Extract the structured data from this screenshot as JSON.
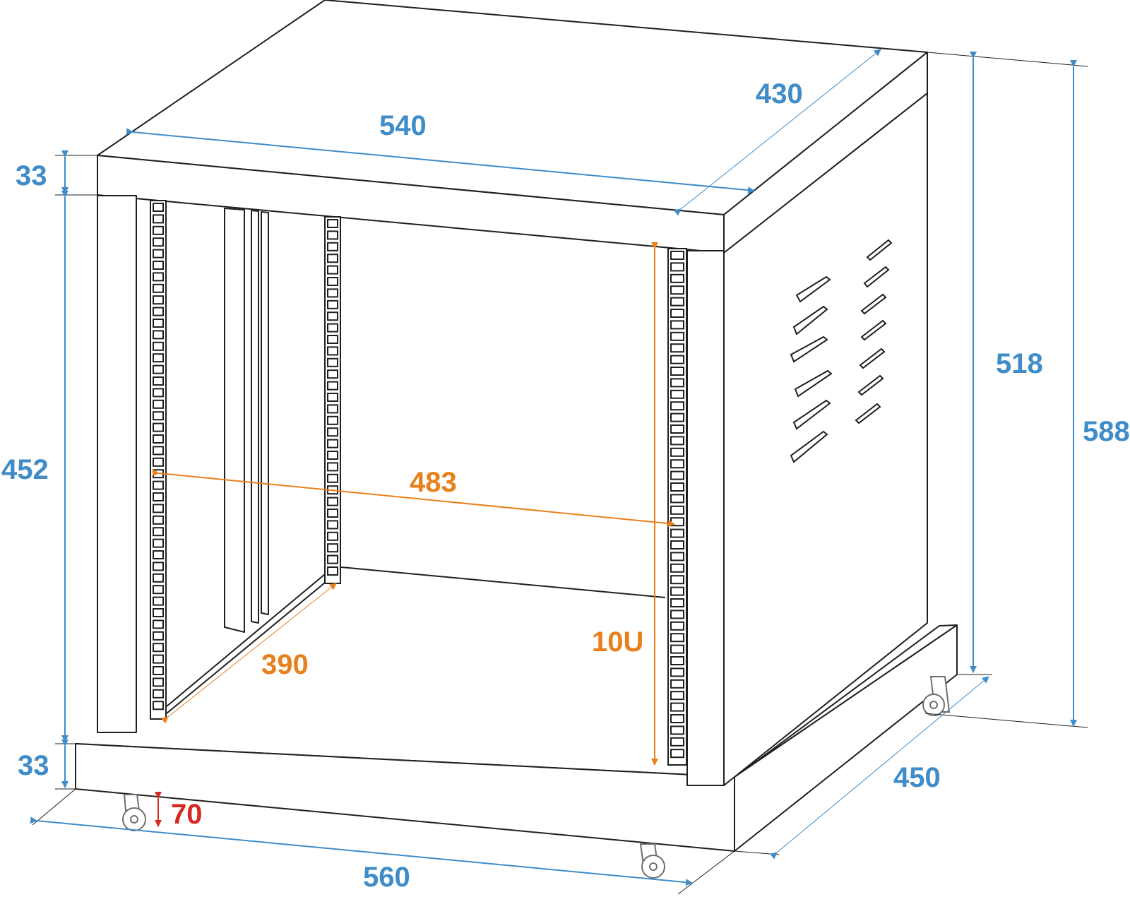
{
  "colors": {
    "outline": "#1f1f1f",
    "outline_light": "#6e6e6e",
    "fill": "#ffffff",
    "dimension_blue": "#3f8cc8",
    "dimension_orange": "#e8801c",
    "dimension_red": "#d42a22"
  },
  "dimensions": {
    "top_width": "540",
    "top_depth": "430",
    "top_thickness": "33",
    "inner_height": "452",
    "bottom_thickness": "33",
    "side_height": "518",
    "total_height": "588",
    "rack_width": "483",
    "rack_depth": "390",
    "rack_units": "10U",
    "caster_height": "70",
    "base_depth": "450",
    "base_width": "560"
  }
}
